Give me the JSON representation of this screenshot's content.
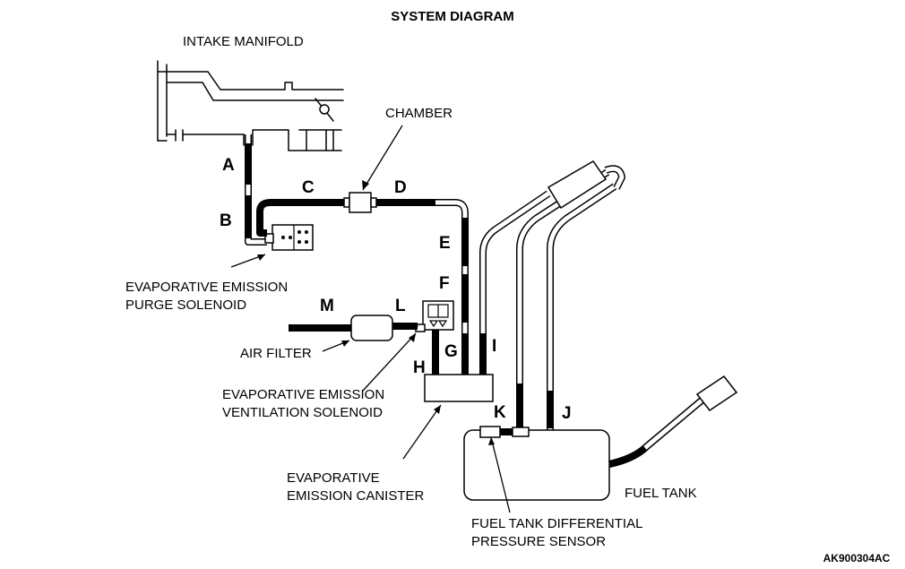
{
  "title": "SYSTEM DIAGRAM",
  "figure_code": "AK900304AC",
  "components": {
    "intake_manifold": "INTAKE MANIFOLD",
    "chamber": "CHAMBER",
    "purge_solenoid": [
      "EVAPORATIVE EMISSION",
      "PURGE SOLENOID"
    ],
    "air_filter": "AIR FILTER",
    "ventilation_solenoid": [
      "EVAPORATIVE EMISSION",
      "VENTILATION SOLENOID"
    ],
    "canister": [
      "EVAPORATIVE",
      "EMISSION CANISTER"
    ],
    "fuel_tank": "FUEL TANK",
    "pressure_sensor": [
      "FUEL TANK DIFFERENTIAL",
      "PRESSURE SENSOR"
    ]
  },
  "hoses": {
    "a": "A",
    "b": "B",
    "c": "C",
    "d": "D",
    "e": "E",
    "f": "F",
    "g": "G",
    "h": "H",
    "i": "I",
    "j": "J",
    "k": "K",
    "l": "L",
    "m": "M"
  }
}
